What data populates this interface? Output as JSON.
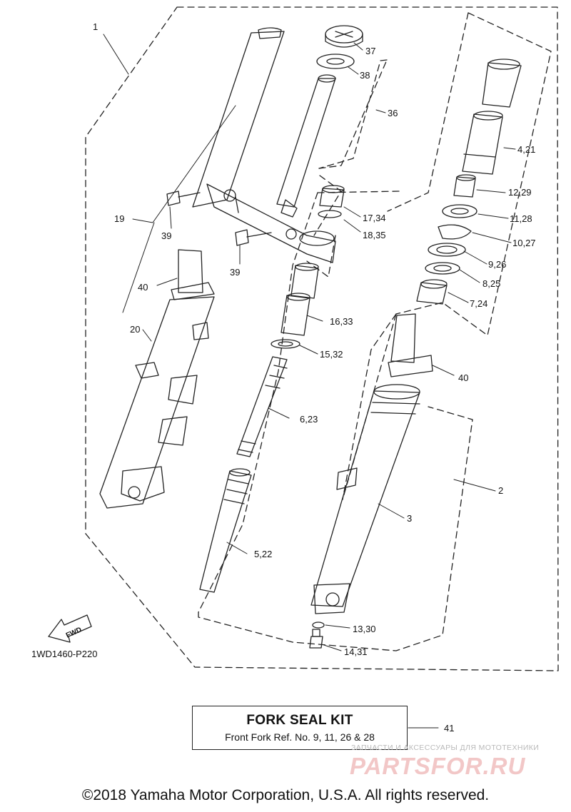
{
  "diagram": {
    "callouts": [
      {
        "id": "c1",
        "text": "1"
      },
      {
        "id": "c37",
        "text": "37"
      },
      {
        "id": "c38",
        "text": "38"
      },
      {
        "id": "c36",
        "text": "36"
      },
      {
        "id": "c421",
        "text": "4,21"
      },
      {
        "id": "c1229",
        "text": "12,29"
      },
      {
        "id": "c1734",
        "text": "17,34"
      },
      {
        "id": "c1128",
        "text": "11,28"
      },
      {
        "id": "c1835",
        "text": "18,35"
      },
      {
        "id": "c1027",
        "text": "10,27"
      },
      {
        "id": "c19",
        "text": "19"
      },
      {
        "id": "c39a",
        "text": "39"
      },
      {
        "id": "c39b",
        "text": "39"
      },
      {
        "id": "c926",
        "text": "9,26"
      },
      {
        "id": "c825",
        "text": "8,25"
      },
      {
        "id": "c40a",
        "text": "40"
      },
      {
        "id": "c724",
        "text": "7,24"
      },
      {
        "id": "c1633",
        "text": "16,33"
      },
      {
        "id": "c20",
        "text": "20"
      },
      {
        "id": "c1532",
        "text": "15,32"
      },
      {
        "id": "c40b",
        "text": "40"
      },
      {
        "id": "c623",
        "text": "6,23"
      },
      {
        "id": "c2",
        "text": "2"
      },
      {
        "id": "c3",
        "text": "3"
      },
      {
        "id": "c522",
        "text": "5,22"
      },
      {
        "id": "c1330",
        "text": "13,30"
      },
      {
        "id": "c1431",
        "text": "14,31"
      },
      {
        "id": "c41",
        "text": "41"
      }
    ],
    "fwd_label": "FWD",
    "ref_code": "1WD1460-P220"
  },
  "kit_box": {
    "title": "FORK SEAL KIT",
    "subtitle": "Front Fork Ref. No. 9, 11, 26 & 28"
  },
  "watermark": {
    "tagline": "ЗАПЧАСТИ И АКСЕССУАРЫ ДЛЯ МОТОТЕХНИКИ",
    "logo": "PARTSFOR.RU"
  },
  "copyright": "©2018 Yamaha Motor Corporation, U.S.A. All rights reserved."
}
